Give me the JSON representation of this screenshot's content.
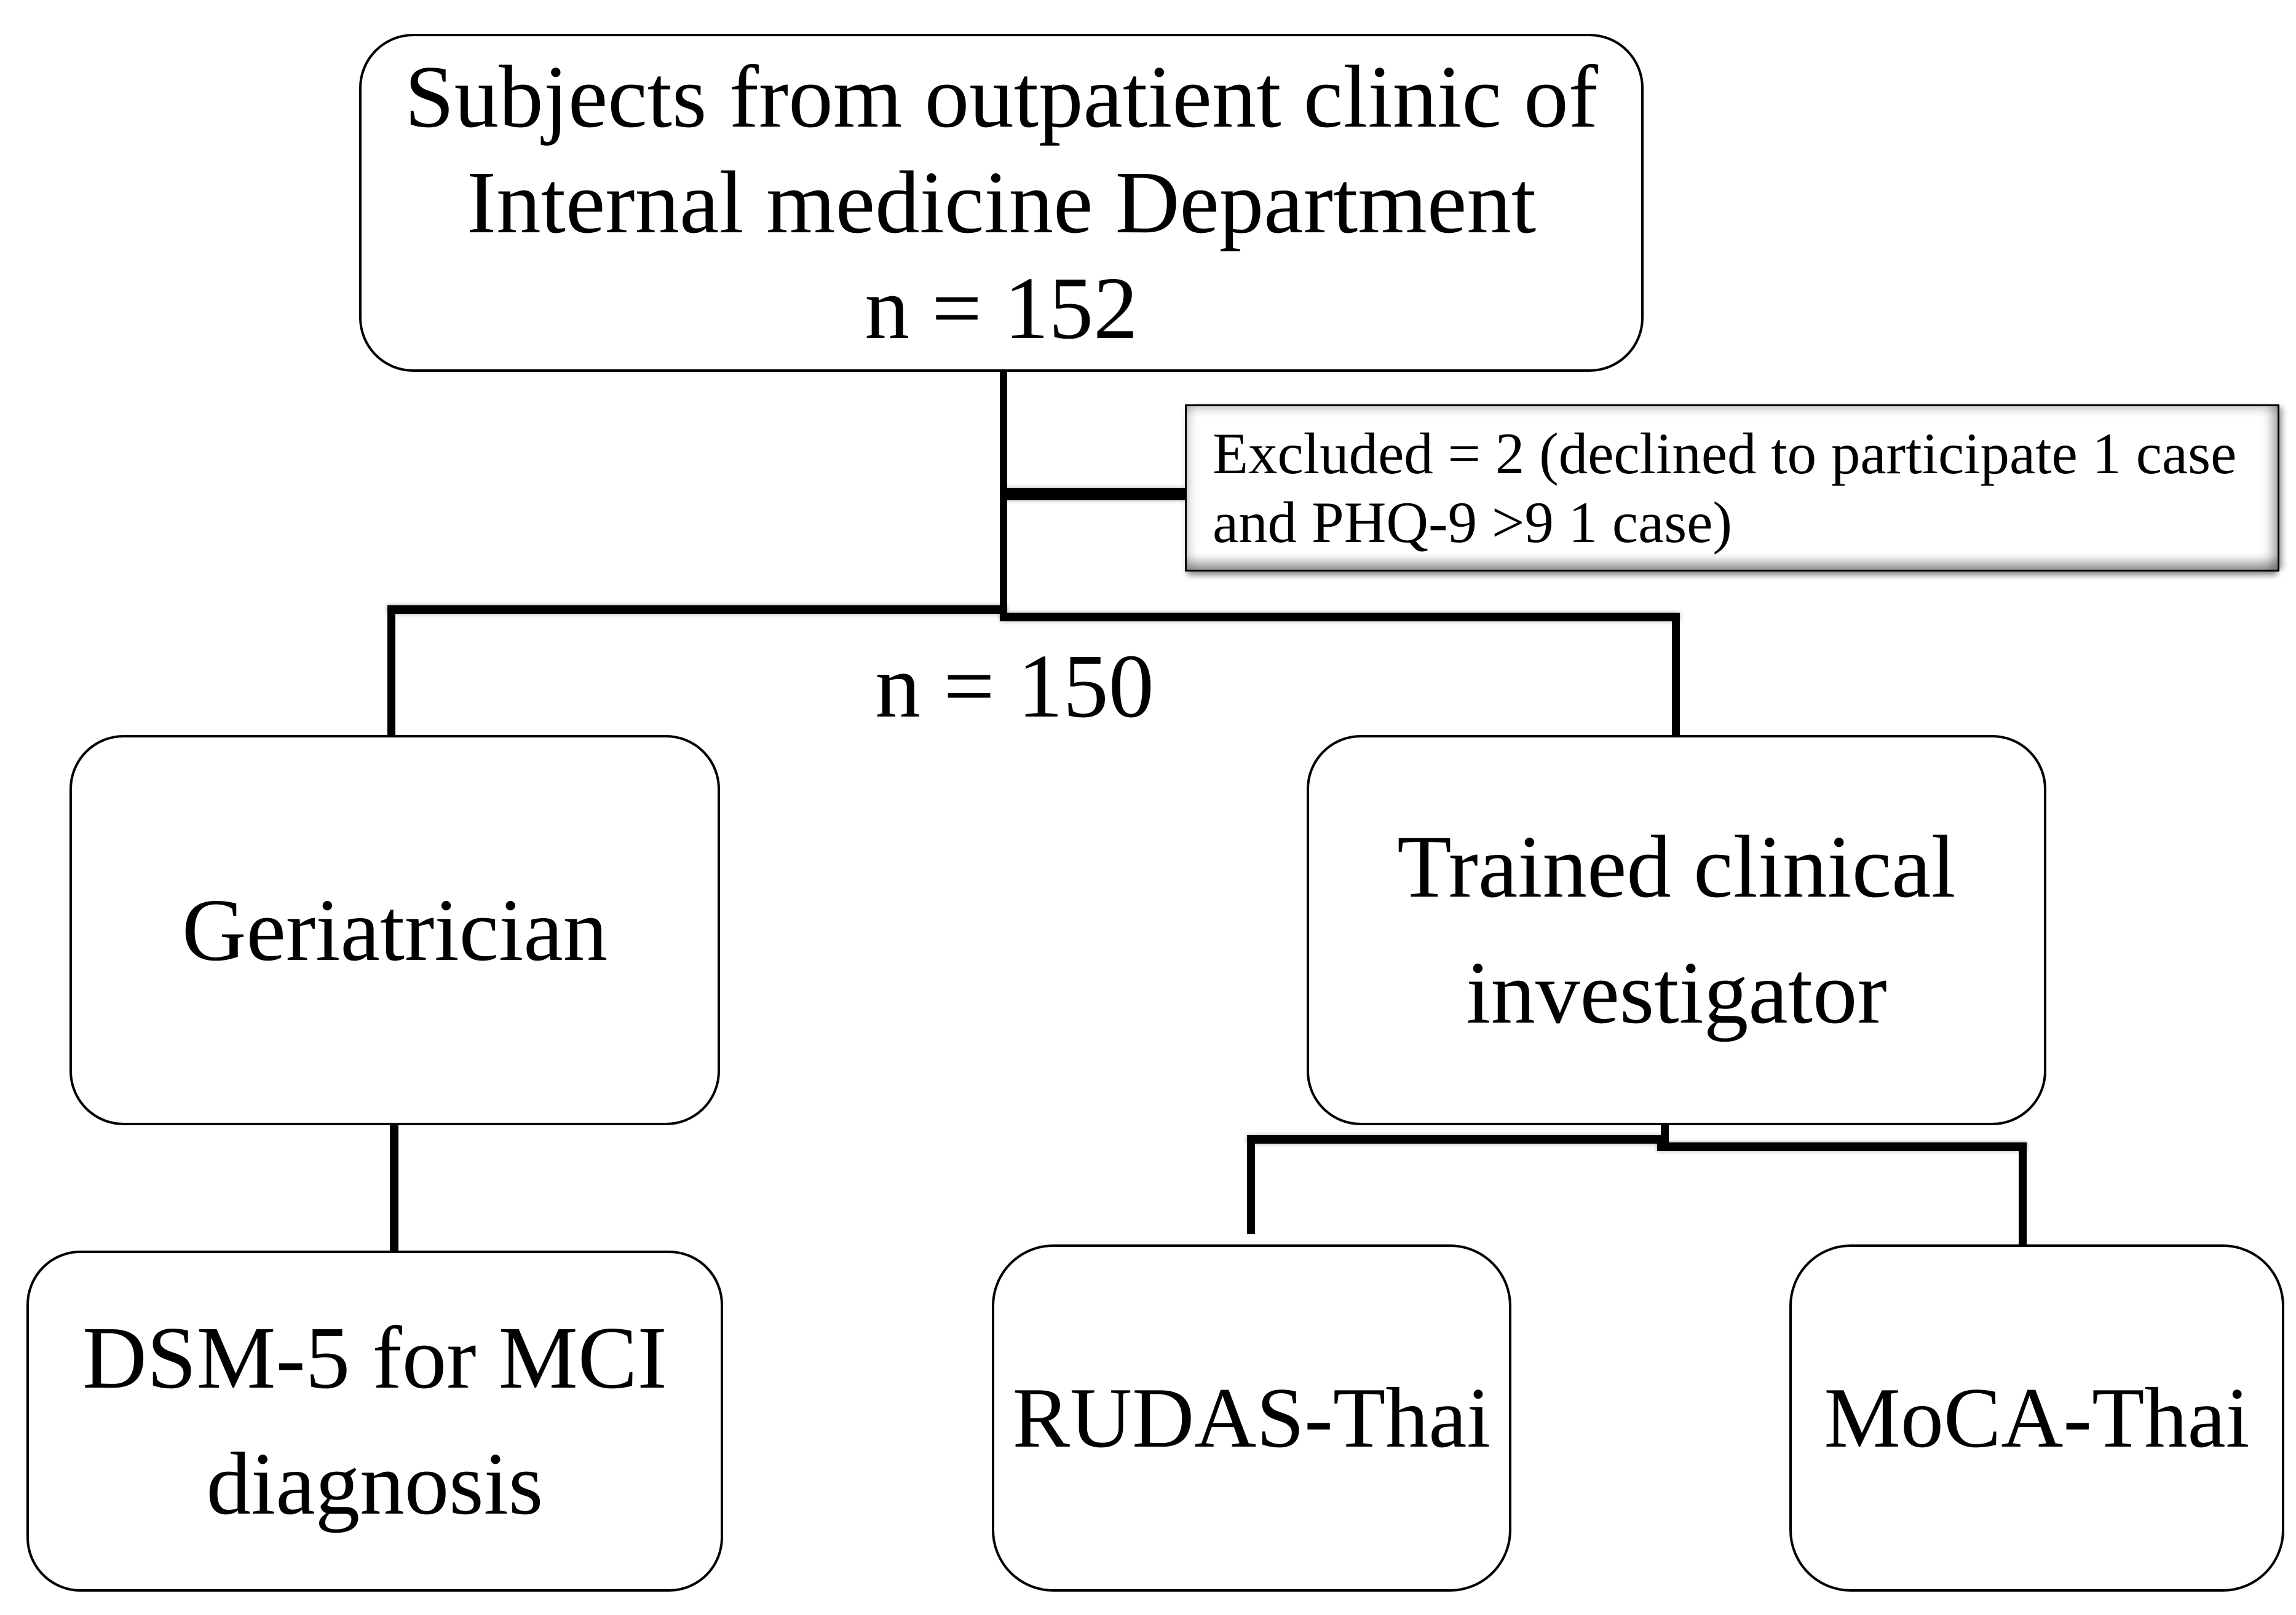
{
  "figure": {
    "background": "#ffffff",
    "ink": "#000000",
    "shadow_gray": "#999999",
    "type": "study-flow-diagram"
  },
  "nodes": {
    "top": {
      "line1": "Subjects from outpatient clinic of",
      "line2": "Internal medicine Department",
      "line3": "n = 152"
    },
    "excluded": {
      "line1": "Excluded = 2 (declined to participate 1 case",
      "line2": "and PHQ-9 >9 1 case)"
    },
    "after_exclusion": {
      "label": "n = 150"
    },
    "geriatrician": {
      "label": "Geriatrician"
    },
    "trained_investigator": {
      "line1": "Trained clinical",
      "line2": "investigator"
    },
    "dsm": {
      "line1": "DSM-5 for MCI",
      "line2": "diagnosis"
    },
    "rudas": {
      "label": "RUDAS-Thai"
    },
    "moca": {
      "label": "MoCA-Thai"
    }
  }
}
